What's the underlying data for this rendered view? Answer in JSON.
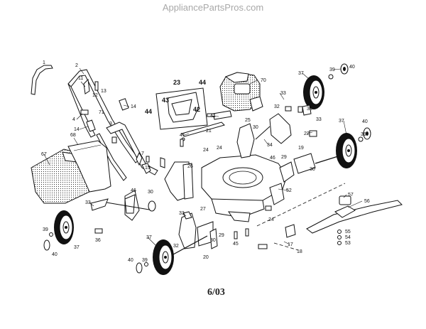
{
  "watermark": "AppliancePartsPros.com",
  "date_code": "6/03",
  "callouts": {
    "c1": "1",
    "c2": "2",
    "c3": "3",
    "c4": "4",
    "c7": "7",
    "c11": "11",
    "c12": "12",
    "c13": "13",
    "c14a": "14",
    "c14b": "14",
    "c15": "15",
    "c17": "17",
    "c18": "18",
    "c19": "19",
    "c20": "20",
    "c21": "21",
    "c22": "22",
    "c23": "23",
    "c24a": "24",
    "c24b": "24",
    "c24c": "24",
    "c25": "25",
    "c26": "26",
    "c27": "27",
    "c29a": "29",
    "c29b": "29",
    "c30a": "30",
    "c30b": "30",
    "c30c": "30",
    "c30d": "30",
    "c32a": "32",
    "c32b": "32",
    "c33a": "33",
    "c33b": "33",
    "c33c": "33",
    "c33d": "33",
    "c34": "34",
    "c36a": "36",
    "c36b": "36",
    "c37a": "37",
    "c37b": "37",
    "c37c": "37",
    "c37d": "37",
    "c39a": "39",
    "c39b": "39",
    "c39c": "39",
    "c39d": "39",
    "c40a": "40",
    "c40b": "40",
    "c40c": "40",
    "c40d": "40",
    "c41a": "41",
    "c41b": "41",
    "c42": "42",
    "c43": "43",
    "c44a": "44",
    "c44b": "44",
    "c45": "45",
    "c46a": "46",
    "c46b": "46",
    "c52": "52",
    "c53": "53",
    "c54": "54",
    "c55": "55",
    "c56": "56",
    "c57": "57",
    "c67": "67",
    "c68": "68",
    "c70": "70",
    "c71": "71"
  }
}
